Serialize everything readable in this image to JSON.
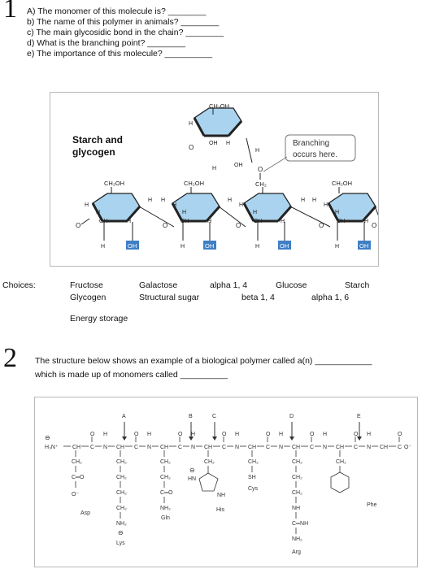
{
  "q1": {
    "number": "1",
    "lines": [
      "A) The monomer of this molecule is? ________",
      "b) The name of this polymer in animals? ________",
      "c) The main glycosidic bond in the chain? ________",
      "d) What is the branching point? ________",
      "e) The importance of this molecule? __________"
    ]
  },
  "figure1": {
    "title_line1": "Starch and",
    "title_line2": "glycogen",
    "callout_line1": "Branching",
    "callout_line2": "occurs here.",
    "branch_ch2oh": "CH₂OH",
    "branch_ch2": "CH₂",
    "ch2oh": "CH₂OH",
    "h": "H",
    "oh": "OH",
    "o": "O"
  },
  "choices": {
    "label": "Choices:",
    "items": [
      "Fructose",
      "Galactose",
      "alpha 1, 4",
      "Glucose",
      "Starch",
      "Glycogen",
      "Structural sugar",
      "beta 1, 4",
      "alpha 1, 6",
      "Energy storage"
    ]
  },
  "q2": {
    "number": "2",
    "line1": "The structure below shows an example of a biological polymer called a(n) ____________",
    "line2": "which is made up of monomers called __________"
  },
  "figure2": {
    "arrows": [
      "A",
      "B",
      "C",
      "D",
      "E"
    ],
    "n_terminus": "H₃N⁺",
    "c_terminus": "O⁻",
    "residues": [
      "Asp",
      "Lys",
      "Gln",
      "His",
      "Cys",
      "Arg",
      "Phe"
    ],
    "atoms": {
      "ch": "CH",
      "c": "C",
      "n": "N",
      "o": "O",
      "h": "H",
      "ch2": "CH₂",
      "nh2": "NH₂",
      "nh": "NH",
      "sh": "SH",
      "hn": "HN",
      "c_eq_o": "C═O",
      "o_minus": "O⁻",
      "c_eq_nh": "C═NH",
      "minus": "⊖"
    }
  }
}
